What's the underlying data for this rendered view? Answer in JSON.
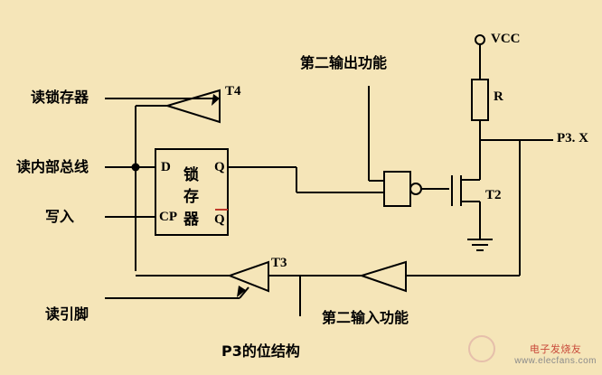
{
  "diagram": {
    "title": "P3的位结构",
    "background_color": "#f5e5b8",
    "line_color": "#000000",
    "labels": {
      "read_latch": "读锁存器",
      "read_internal_bus": "读内部总线",
      "write": "写入",
      "read_pin": "读引脚",
      "second_output_function": "第二输出功能",
      "second_input_function": "第二输入功能",
      "latch_char_1": "锁",
      "latch_char_2": "存",
      "latch_char_3": "器",
      "pin_d": "D",
      "pin_q": "Q",
      "pin_cp": "CP",
      "pin_qbar": "Q",
      "buffer_t4": "T4",
      "buffer_t3": "T3",
      "transistor_t2": "T2",
      "resistor_r": "R",
      "vcc": "VCC",
      "port_pin": "P3. X"
    },
    "watermark": {
      "top": "电子发烧友",
      "bottom": "www.elecfans.com"
    }
  }
}
